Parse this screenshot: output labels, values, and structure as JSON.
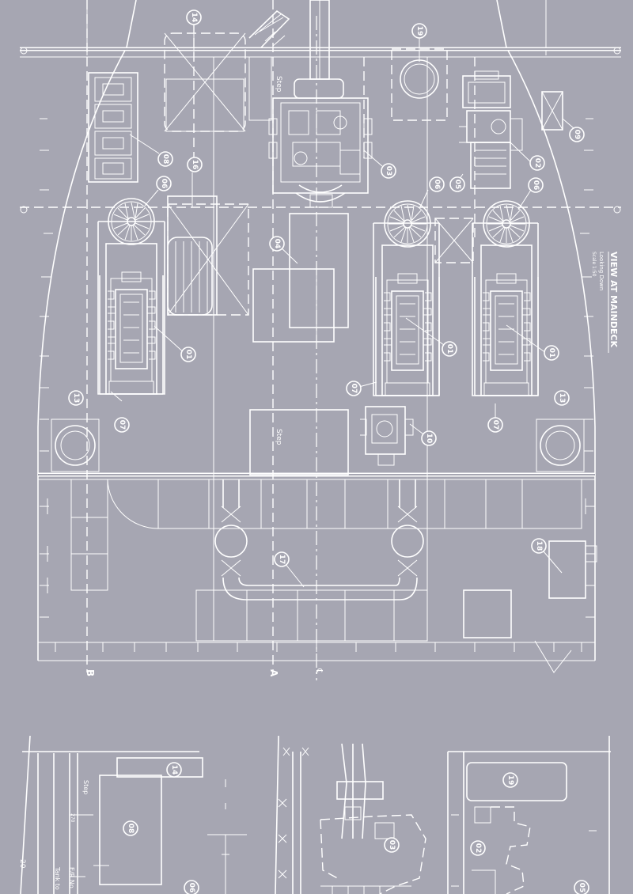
{
  "view_title": "VIEW AT MAINDECK",
  "view_subtitle": "Looking Down",
  "view_scale": "Scale 1:50",
  "step_labels": [
    "Step",
    "Step",
    "Step"
  ],
  "centerline_symbol": "℄",
  "section_markers": [
    "B",
    "A"
  ],
  "dimension_labels": [
    "270",
    "20",
    "E/R No",
    "Tank to"
  ],
  "tag_labels": {
    "m14": "14",
    "m19": "19",
    "m08": "08",
    "m16": "16",
    "m06a": "06",
    "m03": "03",
    "m02": "02",
    "m09": "09",
    "m05a": "05",
    "m06b": "06",
    "m06c": "06",
    "m04": "04",
    "m01a": "01",
    "m01b": "01",
    "m01c": "01",
    "m13a": "13",
    "m13b": "13",
    "m07a": "07",
    "m07b": "07",
    "m07c": "07",
    "m10": "10",
    "m17": "17",
    "m18": "18",
    "d14": "14",
    "d08": "08",
    "d06": "06",
    "d03": "03",
    "d02": "02",
    "d19": "19",
    "d05": "05"
  },
  "colors": {
    "background": "#a6a6b2",
    "linework": "#ffffff"
  }
}
